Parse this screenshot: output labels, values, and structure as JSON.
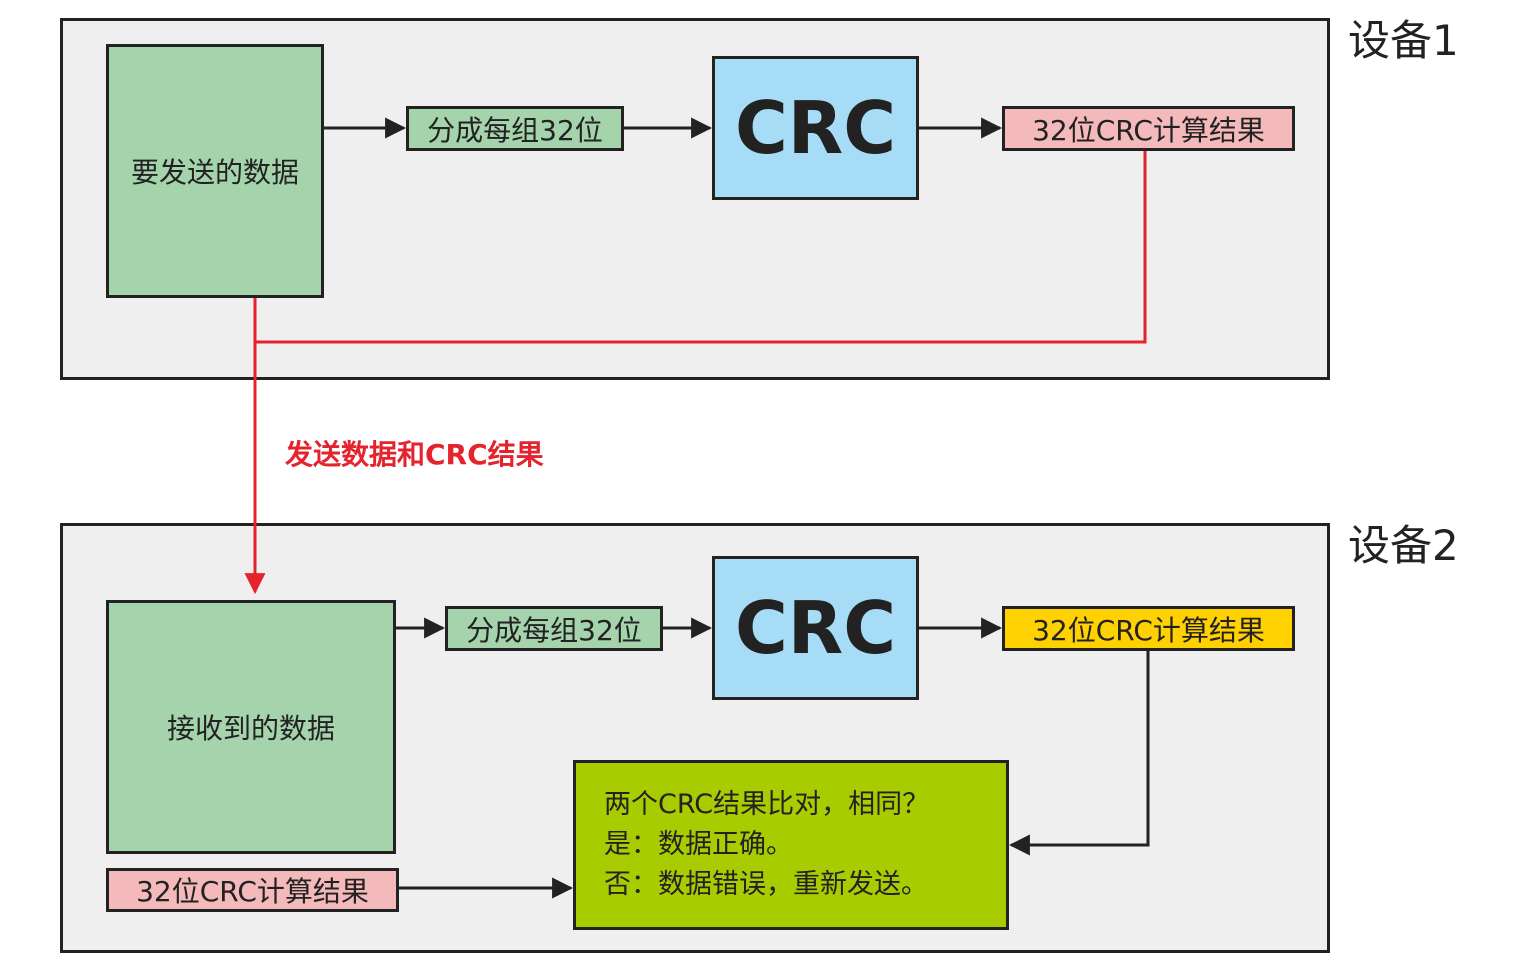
{
  "device1": {
    "label": "设备1",
    "data_box": "要发送的数据",
    "split_box": "分成每组32位",
    "crc_box": "CRC",
    "result_box": "32位CRC计算结果"
  },
  "transfer": {
    "label": "发送数据和CRC结果"
  },
  "device2": {
    "label": "设备2",
    "data_box": "接收到的数据",
    "split_box": "分成每组32位",
    "crc_box": "CRC",
    "result_box": "32位CRC计算结果",
    "received_crc_box": "32位CRC计算结果",
    "compare_box": {
      "line1": "两个CRC结果比对，相同？",
      "line2": "是：数据正确。",
      "line3": "否：数据错误，重新发送。"
    }
  },
  "colors": {
    "panel_bg": "#efefef",
    "data_green": "#a5d3ac",
    "result_pink": "#f4b9bb",
    "result_yellow": "#ffd100",
    "crc_blue": "#a6dcf5",
    "compare_lime": "#a8cc00",
    "transfer_red": "#e5232c"
  }
}
